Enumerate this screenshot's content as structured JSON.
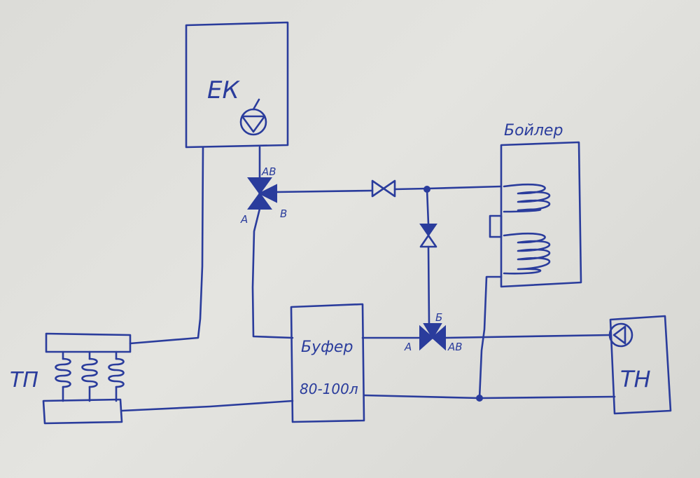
{
  "diagram": {
    "boiler_ek_label": "ЕК",
    "dhw_tank_label": "Бойлер",
    "buffer_label": "Буфер",
    "buffer_volume": "80-100л",
    "heat_pump_label": "ТН",
    "underfloor_label": "ТП",
    "valve_top": {
      "port_ab": "АВ",
      "port_a": "А",
      "port_b": "В"
    },
    "valve_bottom": {
      "port_b": "Б",
      "port_a": "А",
      "port_ab": "АВ"
    }
  },
  "colors": {
    "ink": "#2a3c9c",
    "paper": "#dcdcd8"
  }
}
